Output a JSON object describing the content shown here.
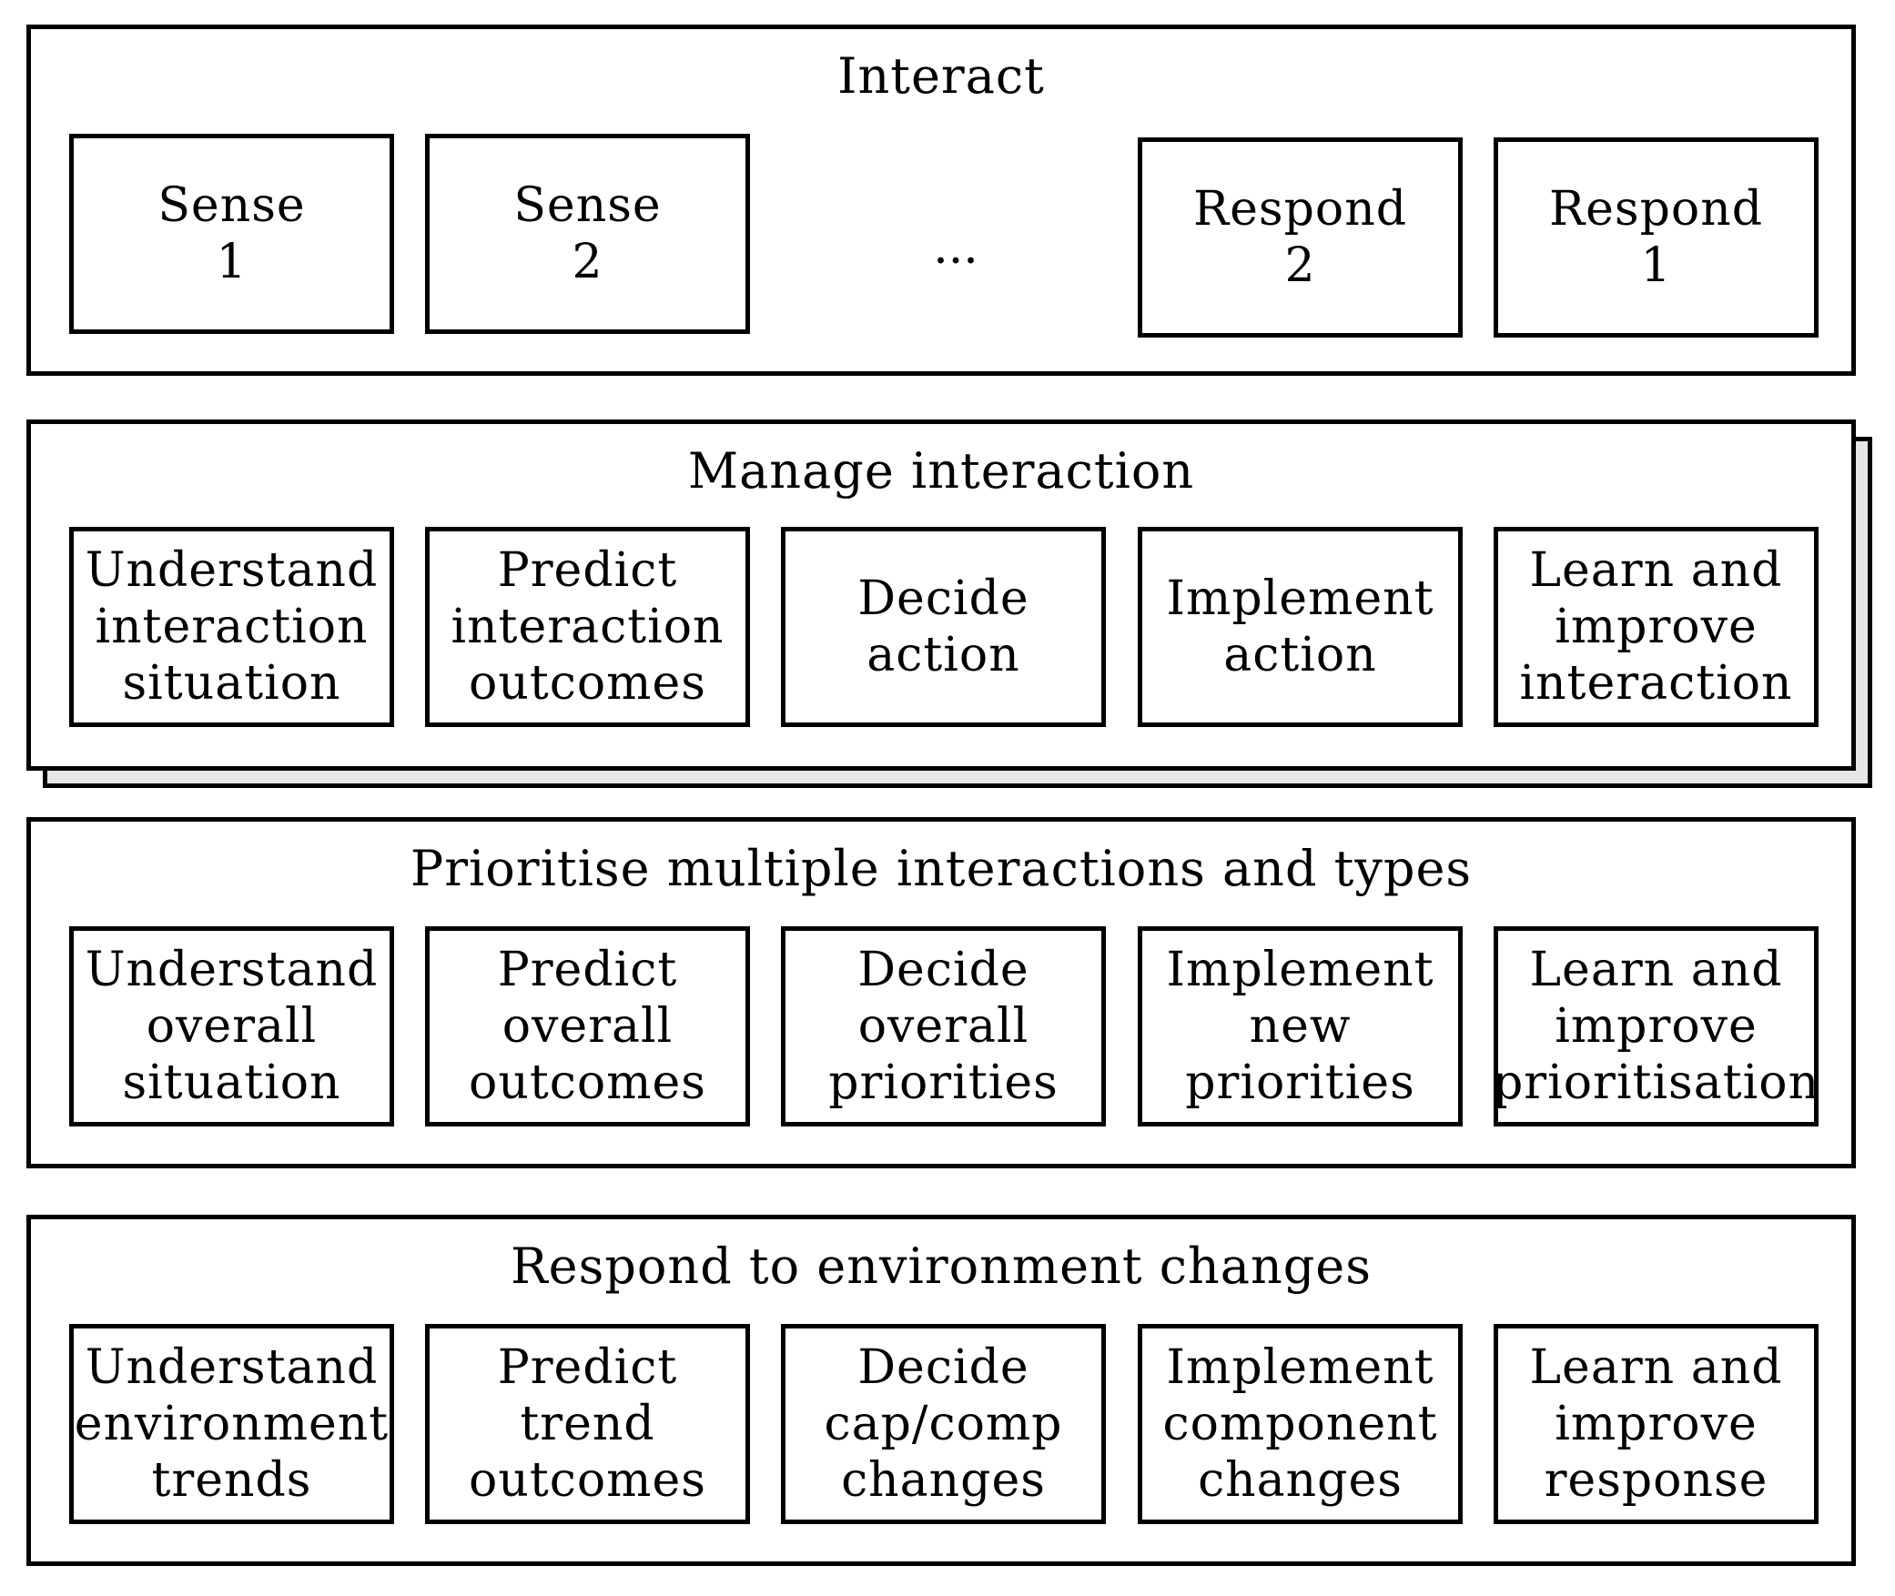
{
  "layers": [
    {
      "title": "Interact",
      "boxes": [
        "Sense\n1",
        "Sense\n2",
        "Respond\n2",
        "Respond\n1"
      ],
      "ellipsis": "..."
    },
    {
      "title": "Manage interaction",
      "boxes": [
        "Understand\ninteraction\nsituation",
        "Predict\ninteraction\noutcomes",
        "Decide\naction",
        "Implement\naction",
        "Learn and\nimprove\ninteraction"
      ]
    },
    {
      "title": "Prioritise multiple interactions and types",
      "boxes": [
        "Understand\noverall\nsituation",
        "Predict\noverall\noutcomes",
        "Decide\noverall\npriorities",
        "Implement\nnew\npriorities",
        "Learn and\nimprove\nprioritisation"
      ]
    },
    {
      "title": "Respond to environment changes",
      "boxes": [
        "Understand\nenvironment\ntrends",
        "Predict\ntrend\noutcomes",
        "Decide\ncap/comp\nchanges",
        "Implement\ncomponent\nchanges",
        "Learn and\nimprove\nresponse"
      ]
    }
  ]
}
